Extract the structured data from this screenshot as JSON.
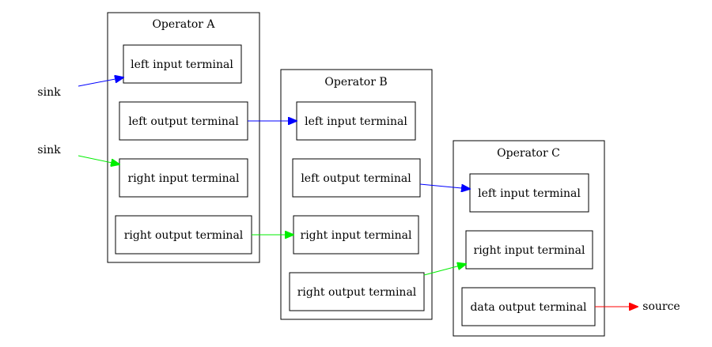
{
  "colors": {
    "blue": "#0000ff",
    "green": "#00ee00",
    "red": "#ff0000"
  },
  "free_nodes": {
    "sink_1": "sink",
    "sink_2": "sink",
    "source": "source"
  },
  "operators": {
    "a": {
      "title": "Operator A",
      "left_input": "left input terminal",
      "left_output": "left output terminal",
      "right_input": "right input terminal",
      "right_output": "right output terminal"
    },
    "b": {
      "title": "Operator B",
      "left_input": "left input terminal",
      "left_output": "left output terminal",
      "right_input": "right input terminal",
      "right_output": "right output terminal"
    },
    "c": {
      "title": "Operator C",
      "left_input": "left input terminal",
      "right_input": "right input terminal",
      "data_output": "data output terminal"
    }
  },
  "edges": [
    {
      "from": "sink_1",
      "to": "operator_a_left_input",
      "color": "blue"
    },
    {
      "from": "sink_2",
      "to": "operator_a_right_input",
      "color": "green"
    },
    {
      "from": "operator_a_left_output",
      "to": "operator_b_left_input",
      "color": "blue"
    },
    {
      "from": "operator_a_right_output",
      "to": "operator_b_right_input",
      "color": "green"
    },
    {
      "from": "operator_b_left_output",
      "to": "operator_c_left_input",
      "color": "blue"
    },
    {
      "from": "operator_b_right_output",
      "to": "operator_c_right_input",
      "color": "green"
    },
    {
      "from": "operator_c_data_output",
      "to": "source",
      "color": "red"
    }
  ]
}
